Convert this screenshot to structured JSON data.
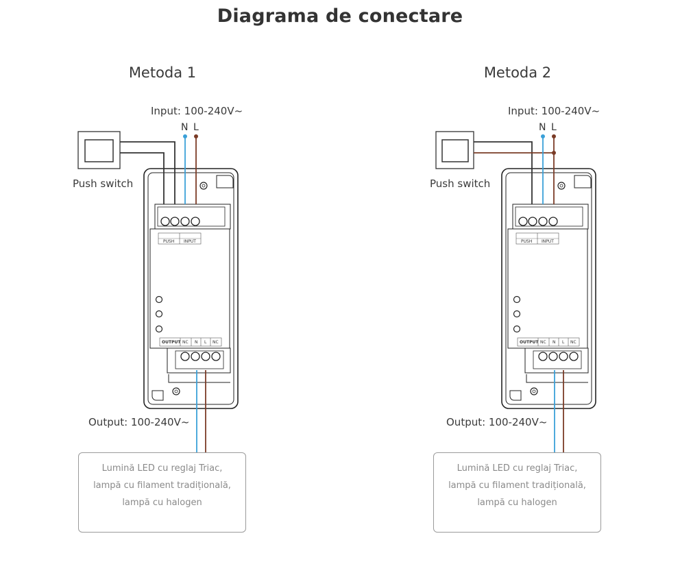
{
  "title": "Diagrama de conectare",
  "methods": [
    {
      "title": "Metoda 1",
      "input_label": "Input: 100-240V~",
      "n_label": "N",
      "l_label": "L",
      "switch_label": "Push switch",
      "push_label": "PUSH",
      "input_terminal_label": "INPUT",
      "output_label": "Output: 100-240V~",
      "output_terminals": {
        "title": "OUTPUT",
        "t1": "NC",
        "t2": "N",
        "t3": "L",
        "t4": "NC"
      },
      "load_lines": [
        "Lumină LED cu reglaj Triac,",
        "lampă cu filament tradițională,",
        "lampă cu halogen"
      ]
    },
    {
      "title": "Metoda 2",
      "input_label": "Input: 100-240V~",
      "n_label": "N",
      "l_label": "L",
      "switch_label": "Push switch",
      "push_label": "PUSH",
      "input_terminal_label": "INPUT",
      "output_label": "Output: 100-240V~",
      "output_terminals": {
        "title": "OUTPUT",
        "t1": "NC",
        "t2": "N",
        "t3": "L",
        "t4": "NC"
      },
      "load_lines": [
        "Lumină LED cu reglaj Triac,",
        "lampă cu filament tradițională,",
        "lampă cu halogen"
      ]
    }
  ],
  "colors": {
    "neutral_wire": "#3aa0d8",
    "live_wire": "#7a3b26",
    "switch_wire": "#333333"
  }
}
